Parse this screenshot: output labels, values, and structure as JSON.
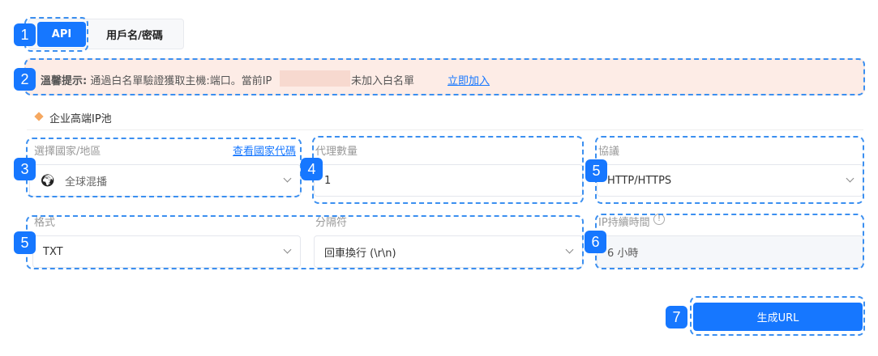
{
  "tabs": [
    {
      "label": "API",
      "active": true
    },
    {
      "label": "用戶名/密碼",
      "active": false
    }
  ],
  "banner": {
    "prefix": "溫馨提示:",
    "text": "通過白名單驗證獲取主機:端口。當前IP",
    "suffix": "未加入白名單",
    "link": "立即加入"
  },
  "pool": {
    "label": "企业高端IP池"
  },
  "form": {
    "country": {
      "label": "選擇國家/地區",
      "link": "查看國家代碼",
      "value": "全球混播"
    },
    "quantity": {
      "label": "代理數量",
      "value": "1"
    },
    "protocol": {
      "label": "協議",
      "value": "HTTP/HTTPS"
    },
    "format": {
      "label": "格式",
      "value": "TXT"
    },
    "separator": {
      "label": "分隔符",
      "value": "回車換行 (\\r\\n)"
    },
    "duration": {
      "label": "IP持續時間",
      "value": "6 小時"
    }
  },
  "generate_label": "生成URL",
  "badges": [
    "1",
    "2",
    "3",
    "4",
    "5",
    "5",
    "6",
    "7"
  ],
  "colors": {
    "accent": "#1677ff",
    "banner_bg": "#fdece6"
  }
}
